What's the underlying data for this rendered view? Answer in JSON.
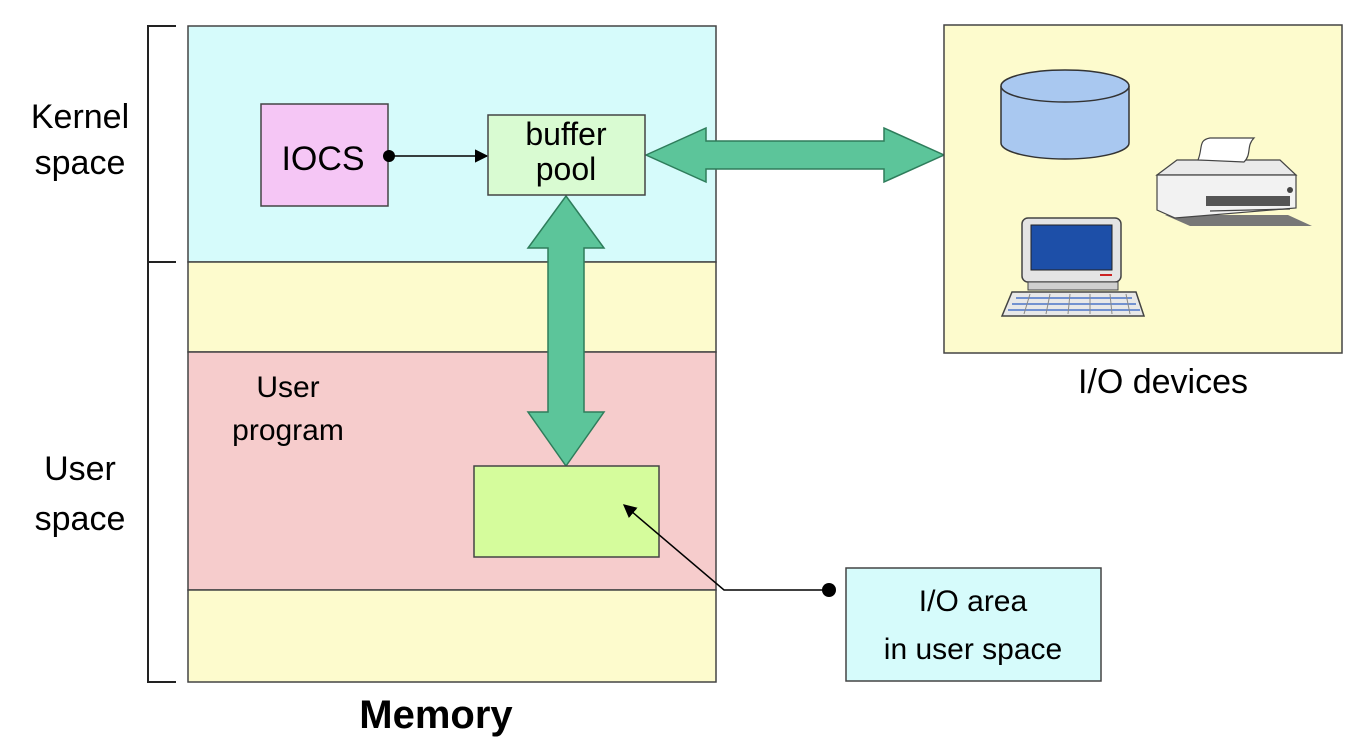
{
  "labels": {
    "kernel_space": [
      "Kernel",
      "space"
    ],
    "user_space": [
      "User",
      "space"
    ],
    "iocs": "IOCS",
    "buffer_pool": [
      "buffer",
      "pool"
    ],
    "user_program": [
      "User",
      "program"
    ],
    "io_devices": "I/O devices",
    "io_area": [
      "I/O area",
      "in user space"
    ],
    "memory": "Memory"
  },
  "colors": {
    "kernel_region": "#d6fbfb",
    "user_gap": "#fdfbcd",
    "user_program_region": "#f6cccc",
    "iocs_box": "#f5c6f5",
    "buffer_pool_box": "#d9fbd2",
    "io_area_box": "#d5fc9c",
    "io_area_callout": "#d6fbfb",
    "devices_panel": "#fdfbcd",
    "transfer_arrow": "#5cc59a",
    "disk": "#a9c8f0",
    "monitor_screen": "#1d4fa8"
  },
  "icons": [
    "disk-icon",
    "printer-icon",
    "computer-icon"
  ]
}
